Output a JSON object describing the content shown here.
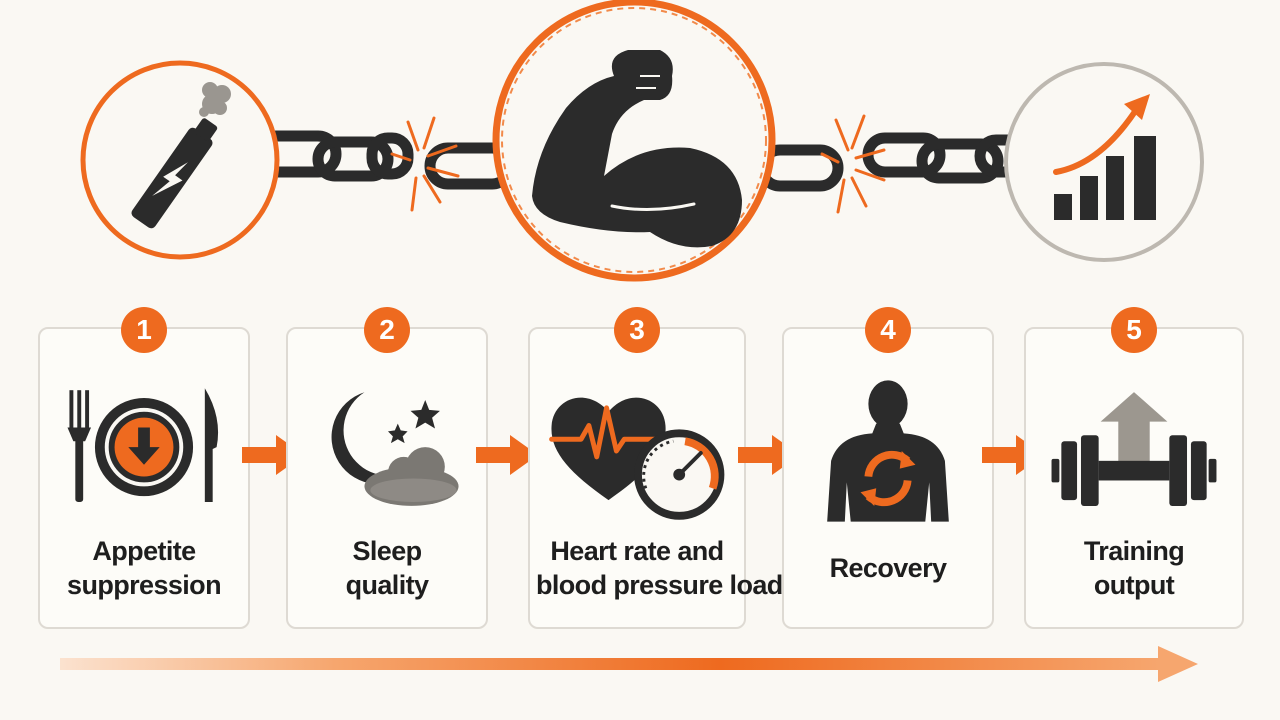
{
  "colors": {
    "accent": "#ee6a1f",
    "dark": "#2b2b2b",
    "grey": "#8a8782",
    "card_border": "#dedad3",
    "background": "#faf8f3"
  },
  "top_icons": {
    "left": "vape-pen-icon",
    "center": "flexed-arm-icon",
    "right": "growth-chart-icon"
  },
  "steps": [
    {
      "number": "1",
      "label_lines": [
        "Appetite",
        "suppression"
      ],
      "icon": "plate-down-arrow-icon"
    },
    {
      "number": "2",
      "label_lines": [
        "Sleep",
        "quality"
      ],
      "icon": "moon-stars-icon"
    },
    {
      "number": "3",
      "label_lines": [
        "Heart rate and",
        "blood pressure load"
      ],
      "icon": "heart-gauge-icon"
    },
    {
      "number": "4",
      "label_lines": [
        "Recovery"
      ],
      "icon": "body-recovery-icon"
    },
    {
      "number": "5",
      "label_lines": [
        "Training",
        "output"
      ],
      "icon": "dumbbell-up-icon"
    }
  ]
}
